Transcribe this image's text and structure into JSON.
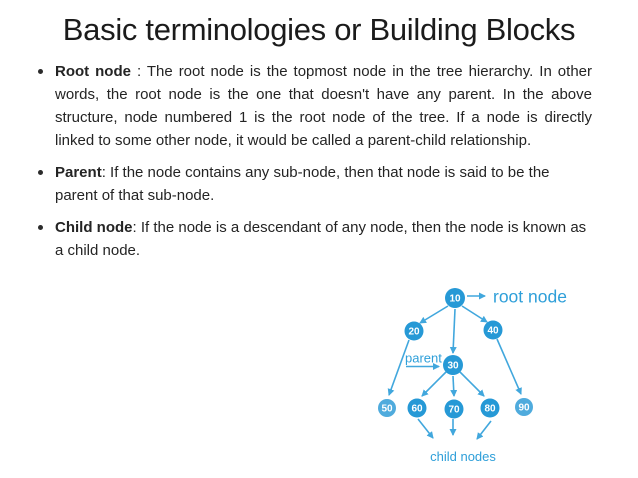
{
  "slide": {
    "title": "Basic terminologies or Building Blocks"
  },
  "content": {
    "bullets": [
      {
        "term": "Root node",
        "rest": " : The root node is the topmost node in the tree hierarchy. In other words, the root  node is the one that doesn't have any parent. In the above structure, node numbered 1  is the root node of the tree. If a node is directly linked to some other node, it would be  called a parent-child relationship."
      },
      {
        "term": "Parent",
        "rest": ": If the node contains any sub-node, then that node is said to be the parent of that  sub-node."
      },
      {
        "term": "Child node",
        "rest": ": If the node is a descendant of any node, then the node is known as a child  node."
      }
    ]
  },
  "diagram": {
    "nodes": [
      "10",
      "20",
      "40",
      "30",
      "50",
      "60",
      "70",
      "80",
      "90"
    ],
    "labels": {
      "root": "root node",
      "parent": "parent",
      "children": "child nodes"
    },
    "colors": {
      "node_fill": "#2699d6",
      "node_fill_light": "#4fabdd",
      "arrow": "#41a7dd",
      "label_text": "#2e9fd9"
    }
  }
}
